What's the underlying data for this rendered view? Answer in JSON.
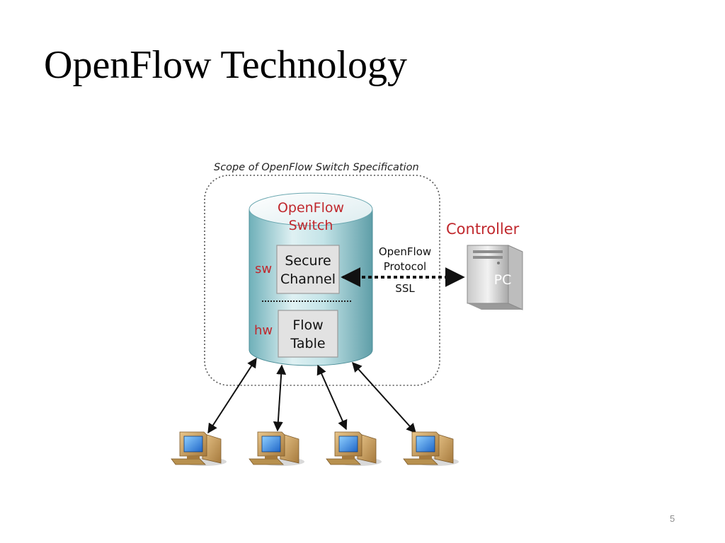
{
  "slide": {
    "title": "OpenFlow Technology",
    "page_number": "5"
  },
  "diagram": {
    "scope_label": "Scope of OpenFlow Switch Specification",
    "switch": {
      "title_line1": "OpenFlow",
      "title_line2": "Switch",
      "sw_label": "sw",
      "hw_label": "hw",
      "secure_channel_line1": "Secure",
      "secure_channel_line2": "Channel",
      "flow_table_line1": "Flow",
      "flow_table_line2": "Table"
    },
    "protocol": {
      "line1": "OpenFlow",
      "line2": "Protocol",
      "line3": "SSL"
    },
    "controller": {
      "label": "Controller",
      "pc_label": "PC"
    },
    "hosts": [
      "computer-icon",
      "computer-icon",
      "computer-icon",
      "computer-icon"
    ],
    "colors": {
      "accent_red": "#c0282d",
      "cylinder_light": "#e6f4f6",
      "cylinder_mid": "#a9d4da",
      "cylinder_dark": "#5f9ea8",
      "box_fill": "#e2e2e2",
      "box_border": "#9a9a9a"
    }
  }
}
